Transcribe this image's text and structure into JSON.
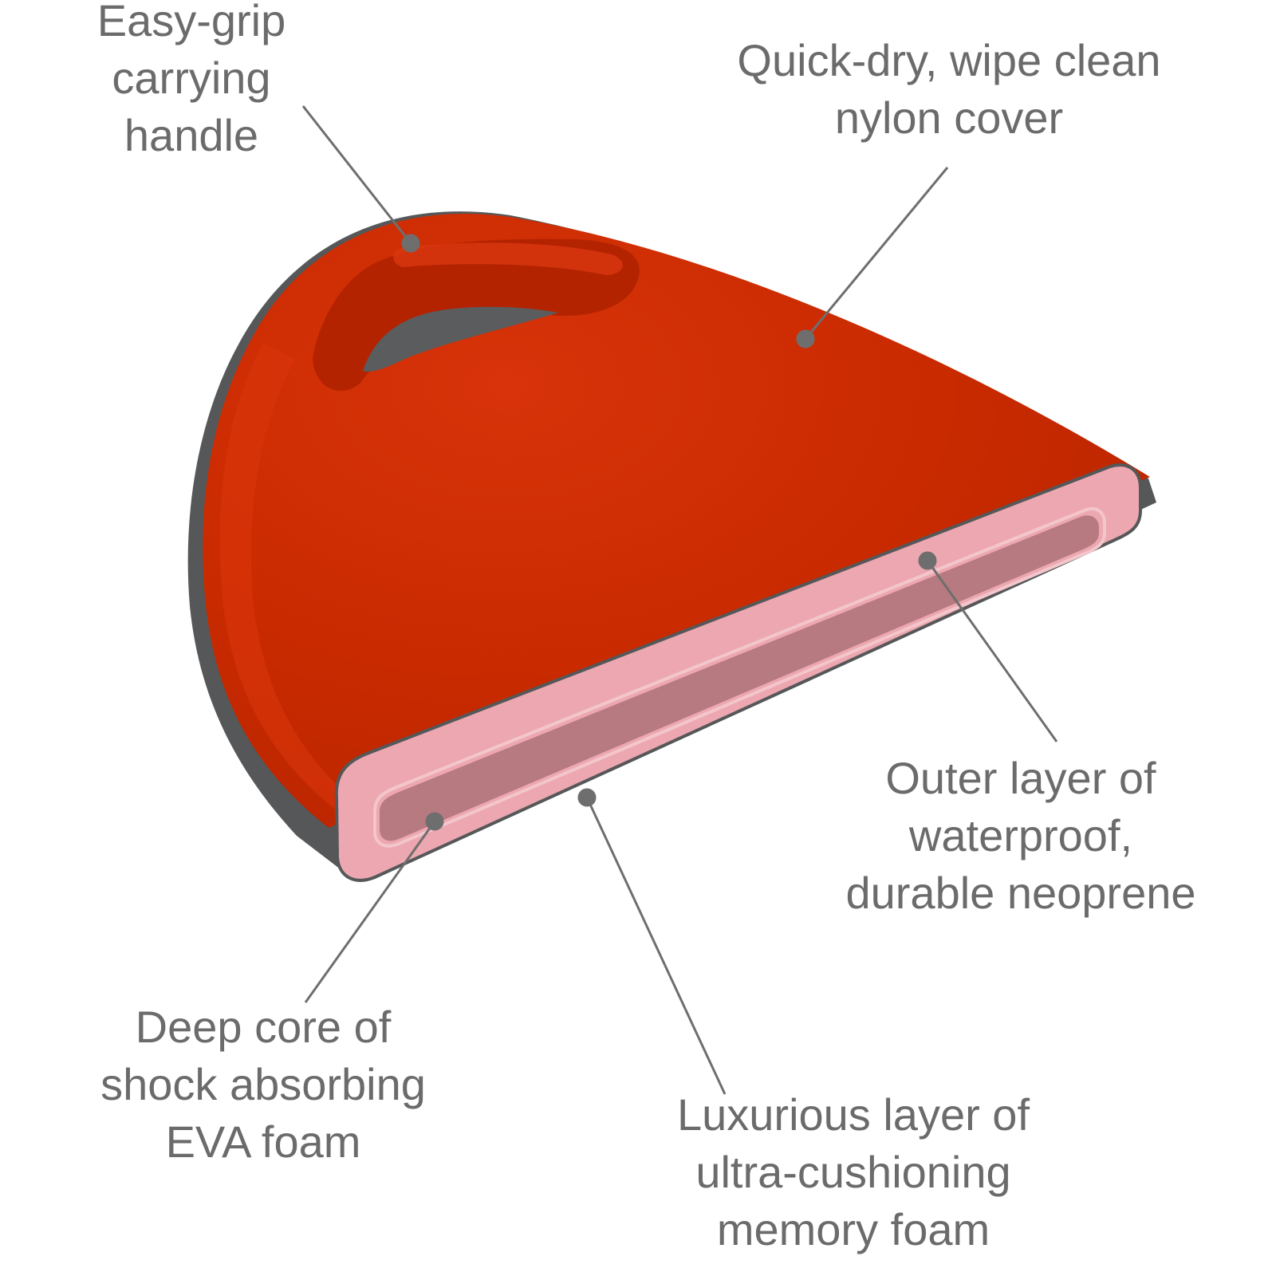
{
  "colors": {
    "cover": "#c92a00",
    "cover_highlight": "#e03a10",
    "cover_shadow": "#9e1f00",
    "base": "#555759",
    "outer_layer": "#eda7b0",
    "core": "#b67a80",
    "leader": "#6e6e6e",
    "text": "#6b6b6b"
  },
  "callouts": {
    "handle": {
      "lines": [
        "Easy-grip",
        "carrying",
        "handle"
      ]
    },
    "cover": {
      "lines": [
        "Quick-dry, wipe clean",
        "nylon cover"
      ]
    },
    "neoprene": {
      "lines": [
        "Outer layer of",
        "waterproof,",
        "durable neoprene"
      ]
    },
    "eva": {
      "lines": [
        "Deep core of",
        "shock absorbing",
        "EVA foam"
      ]
    },
    "memory": {
      "lines": [
        "Luxurious layer of",
        "ultra-cushioning",
        "memory foam"
      ]
    }
  }
}
